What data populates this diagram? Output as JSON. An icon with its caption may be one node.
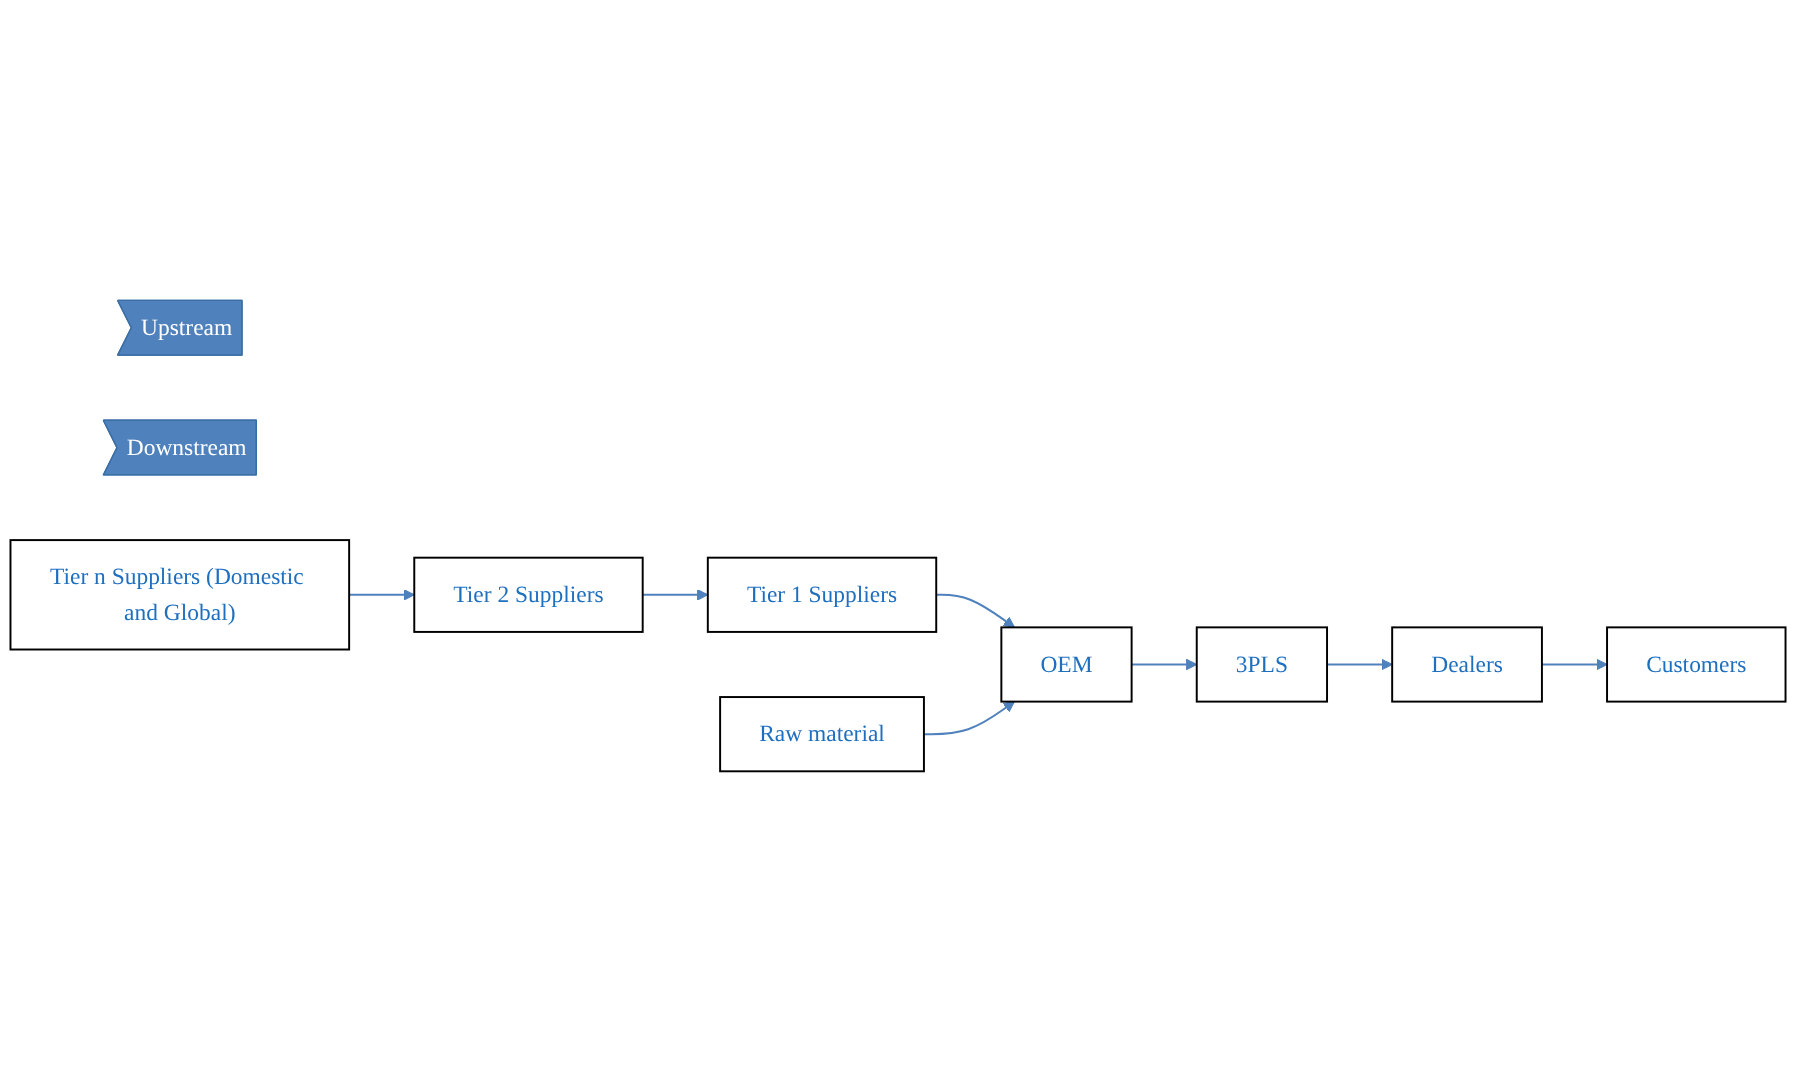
{
  "diagram": {
    "nodes": [
      {
        "text": [
          "Upstream"
        ]
      },
      {
        "text": [
          "Downstream"
        ]
      },
      {
        "text": [
          "Tier n Suppliers (Domestic and Global)"
        ]
      },
      {
        "text": [
          "Tier 2 Suppliers"
        ]
      },
      {
        "text": [
          "Tier 1 Suppliers"
        ]
      },
      {
        "text": [
          "Raw material"
        ]
      },
      {
        "text": [
          "OEM"
        ]
      },
      {
        "text": [
          "3PLS"
        ]
      },
      {
        "text": [
          "Dealers"
        ]
      },
      {
        "text": [
          "Customers"
        ]
      }
    ],
    "edges": [
      {
        "from": 2,
        "to": 3,
        "arrow": "to"
      },
      {
        "from": 3,
        "to": 4,
        "arrow": "to"
      },
      {
        "from": 4,
        "to": 6,
        "arrow": "to"
      },
      {
        "from": 5,
        "to": 6,
        "arrow": "to"
      },
      {
        "from": 6,
        "to": 7,
        "arrow": "to"
      },
      {
        "from": 7,
        "to": 8,
        "arrow": "to"
      },
      {
        "from": 8,
        "to": 9,
        "arrow": "to"
      }
    ]
  }
}
